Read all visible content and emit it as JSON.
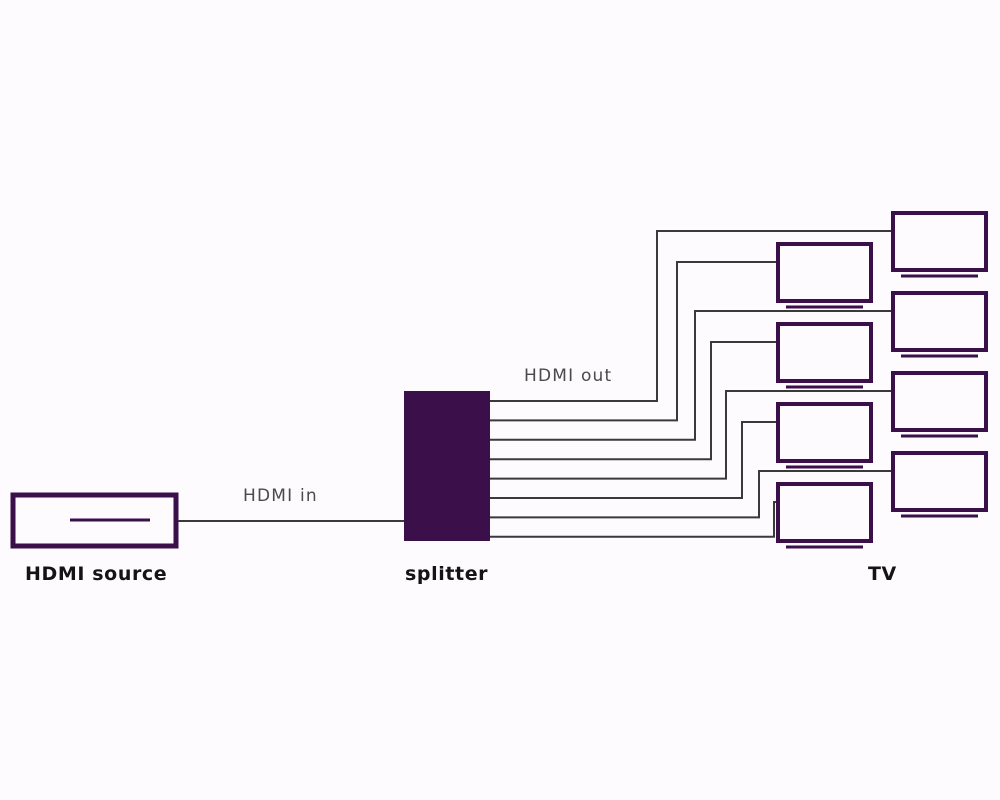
{
  "labels": {
    "source": "HDMI source",
    "splitter": "splitter",
    "tv": "TV",
    "hdmi_in": "HDMI in",
    "hdmi_out": "HDMI out"
  },
  "colors": {
    "device": "#3a0f4a",
    "line": "#3a3a3a",
    "background": "#fdfbfd"
  },
  "tv_count": 8,
  "icons": {
    "source": "hdmi-source-box-icon",
    "splitter": "splitter-block-icon",
    "tv": "tv-monitor-icon"
  }
}
